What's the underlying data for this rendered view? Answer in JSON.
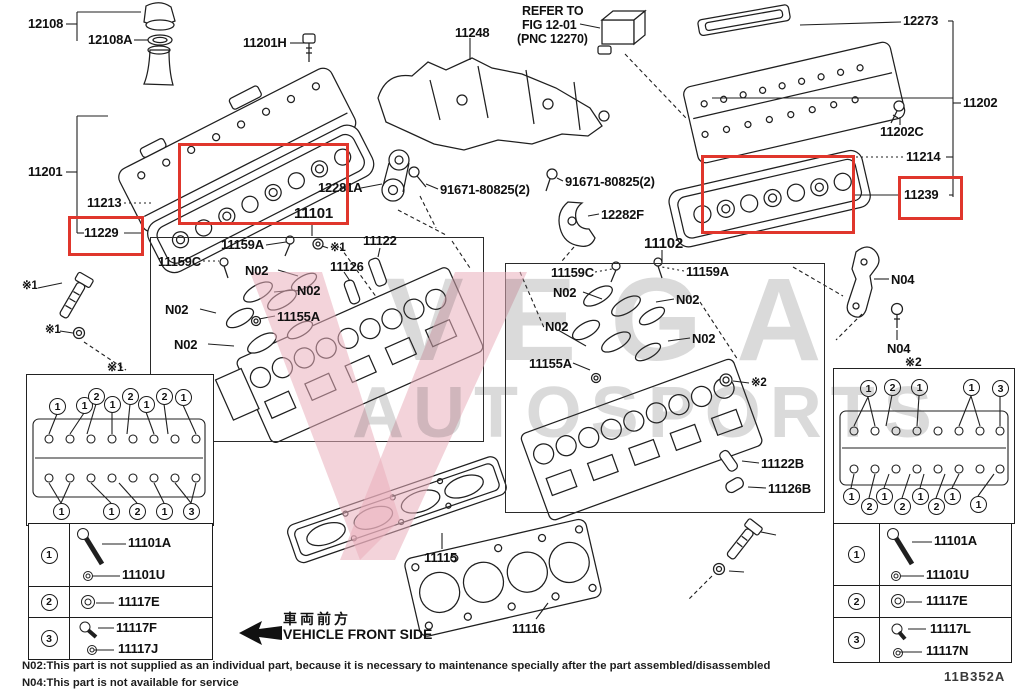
{
  "figure_code": "11B352A",
  "watermark": {
    "line1": "VEGA",
    "line2": "AUTOSPORTS"
  },
  "refer_note": {
    "line1": "REFER TO",
    "line2": "FIG 12-01",
    "line3": "(PNC 12270)"
  },
  "front_side": {
    "jp": "車両前方",
    "en": "VEHICLE FRONT SIDE"
  },
  "notes": {
    "n02": "N02:This part is not supplied as an individual part, because it is necessary to maintenance specially after the part assembled/disassembled",
    "n04": "N04:This part is not available for service"
  },
  "colors": {
    "highlight": "#e0362c",
    "line": "#1f1f1f",
    "watermark_pink": "#e9aebc",
    "watermark_gray": "#9a9a9a"
  },
  "part_labels": [
    {
      "text": "12108"
    },
    {
      "text": "12108A"
    },
    {
      "text": "11201H"
    },
    {
      "text": "11248"
    },
    {
      "text": "12273"
    },
    {
      "text": "11202"
    },
    {
      "text": "11202C"
    },
    {
      "text": "11214"
    },
    {
      "text": "11239"
    },
    {
      "text": "11201"
    },
    {
      "text": "11213"
    },
    {
      "text": "11229"
    },
    {
      "text": "12281A"
    },
    {
      "text": "91671-80825(2)"
    },
    {
      "text": "91671-80825(2)"
    },
    {
      "text": "12282F"
    },
    {
      "text": "11101"
    },
    {
      "text": "11102"
    },
    {
      "text": "11159A"
    },
    {
      "text": "※1"
    },
    {
      "text": "11122"
    },
    {
      "text": "11159C"
    },
    {
      "text": "N02"
    },
    {
      "text": "11126"
    },
    {
      "text": "N02"
    },
    {
      "text": "N02"
    },
    {
      "text": "11155A"
    },
    {
      "text": "N02"
    },
    {
      "text": "11159C"
    },
    {
      "text": "11159A"
    },
    {
      "text": "N02"
    },
    {
      "text": "N02"
    },
    {
      "text": "N02"
    },
    {
      "text": "N02"
    },
    {
      "text": "11155A"
    },
    {
      "text": "※2"
    },
    {
      "text": "11122B"
    },
    {
      "text": "11126B"
    },
    {
      "text": "N04"
    },
    {
      "text": "N04"
    },
    {
      "text": "※1"
    },
    {
      "text": "※1"
    },
    {
      "text": "11115"
    },
    {
      "text": "11116"
    }
  ],
  "tightening_left": {
    "marker": "※1",
    "top": [
      "1",
      "1",
      "2",
      "1",
      "2",
      "1",
      "2",
      "1"
    ],
    "bottom": [
      "1",
      "1",
      "2",
      "1",
      "3"
    ]
  },
  "tightening_right": {
    "marker": "※2",
    "top": [
      "1",
      "2",
      "1",
      "1",
      "3"
    ],
    "bottom": [
      "1",
      "2",
      "1",
      "2",
      "1",
      "2",
      "1",
      "1"
    ]
  },
  "legend_left": {
    "rows": [
      {
        "num": "1",
        "parts": [
          "11101A",
          "11101U"
        ]
      },
      {
        "num": "2",
        "parts": [
          "11117E"
        ]
      },
      {
        "num": "3",
        "parts": [
          "11117F",
          "11117J"
        ]
      }
    ]
  },
  "legend_right": {
    "rows": [
      {
        "num": "1",
        "parts": [
          "11101A",
          "11101U"
        ]
      },
      {
        "num": "2",
        "parts": [
          "11117E"
        ]
      },
      {
        "num": "3",
        "parts": [
          "11117L",
          "11117N"
        ]
      }
    ]
  }
}
